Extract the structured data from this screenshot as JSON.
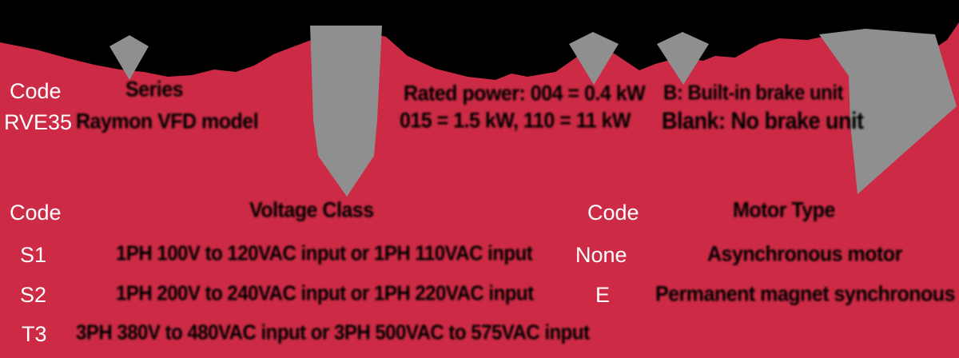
{
  "colors": {
    "background": "#CD2B45",
    "arrow_gray": "#8F8F8F",
    "text_black": "#000000",
    "text_white": "#FFFFFF"
  },
  "series_table": {
    "code_label": "Code",
    "code_value": "RVE35",
    "header": "Series",
    "description": "Raymon VFD model"
  },
  "power_note": {
    "line1": "Rated power: 004 = 0.4 kW",
    "line2": "015 = 1.5 kW, 110 = 11 kW"
  },
  "brake_note": {
    "line1": "B: Built-in brake unit",
    "line2": "Blank: No brake unit"
  },
  "voltage_table": {
    "code_label": "Code",
    "header": "Voltage Class",
    "rows": [
      {
        "code": "S1",
        "description": "1PH 100V to 120VAC input or 1PH 110VAC input"
      },
      {
        "code": "S2",
        "description": "1PH 200V to 240VAC input or 1PH 220VAC input"
      },
      {
        "code": "T3",
        "description": "3PH 380V to 480VAC input or 3PH 500VAC to 575VAC input"
      }
    ]
  },
  "motor_table": {
    "code_label": "Code",
    "header": "Motor Type",
    "rows": [
      {
        "code": "None",
        "description": "Asynchronous motor"
      },
      {
        "code": "E",
        "description": "Permanent magnet synchronous motor"
      }
    ]
  }
}
